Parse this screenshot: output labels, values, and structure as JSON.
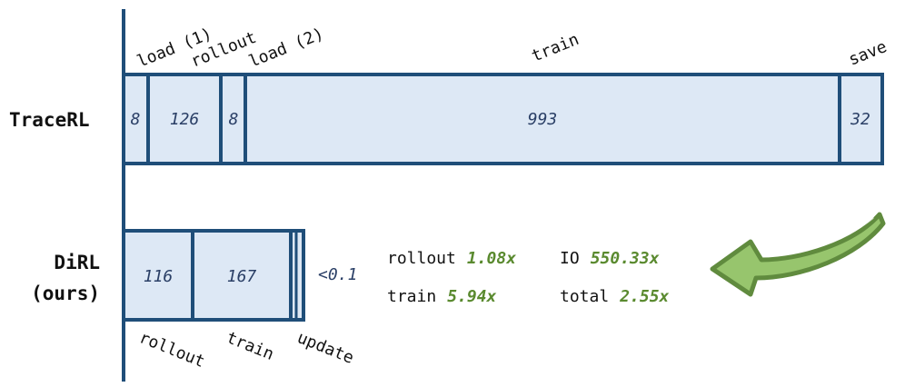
{
  "colors": {
    "frame": "#1f4e79",
    "fill": "#dde8f5",
    "text": "#111111",
    "value_text": "#2a3f66",
    "accent_green": "#5a8a2f",
    "arrow_fill": "#8cbf5e"
  },
  "rows": {
    "traceRL": {
      "label": "TraceRL",
      "segments": [
        {
          "stage": "load (1)",
          "value": "8"
        },
        {
          "stage": "rollout",
          "value": "126"
        },
        {
          "stage": "load (2)",
          "value": "8"
        },
        {
          "stage": "train",
          "value": "993"
        },
        {
          "stage": "save",
          "value": "32"
        }
      ]
    },
    "dirl": {
      "label_line1": "DiRL",
      "label_line2": "(ours)",
      "segments": [
        {
          "stage": "rollout",
          "value": "116"
        },
        {
          "stage": "train",
          "value": "167"
        },
        {
          "stage": "update",
          "value": ""
        }
      ],
      "update_value": "<0.1"
    }
  },
  "stats": {
    "rollout": {
      "label": "rollout",
      "value": "1.08x"
    },
    "io": {
      "label": "IO",
      "value": "550.33x"
    },
    "train": {
      "label": "train",
      "value": "5.94x"
    },
    "total": {
      "label": "total",
      "value": "2.55x"
    }
  },
  "icons": {
    "arrow": "curved-arrow-icon"
  }
}
